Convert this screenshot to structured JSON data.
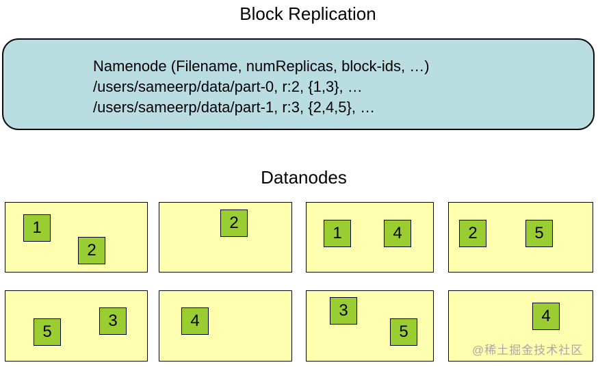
{
  "title": "Block Replication",
  "namenode": {
    "lines": [
      "Namenode (Filename, numReplicas, block-ids, …)",
      "/users/sameerp/data/part-0, r:2, {1,3}, …",
      "/users/sameerp/data/part-1, r:3, {2,4,5}, …"
    ]
  },
  "datanodes_label": "Datanodes",
  "datanodes": [
    {
      "blocks": [
        "1",
        "2"
      ]
    },
    {
      "blocks": [
        "2"
      ]
    },
    {
      "blocks": [
        "1",
        "4"
      ]
    },
    {
      "blocks": [
        "2",
        "5"
      ]
    },
    {
      "blocks": [
        "5",
        "3"
      ]
    },
    {
      "blocks": [
        "4"
      ]
    },
    {
      "blocks": [
        "3",
        "5"
      ]
    },
    {
      "blocks": [
        "4"
      ]
    }
  ],
  "watermark": "@稀土掘金技术社区",
  "colors": {
    "namenode_fill": "#b9dde1",
    "datanode_fill": "#ffffb0",
    "block_fill": "#9acd32",
    "border": "#000000",
    "watermark_gray": "#a8a8a8"
  }
}
